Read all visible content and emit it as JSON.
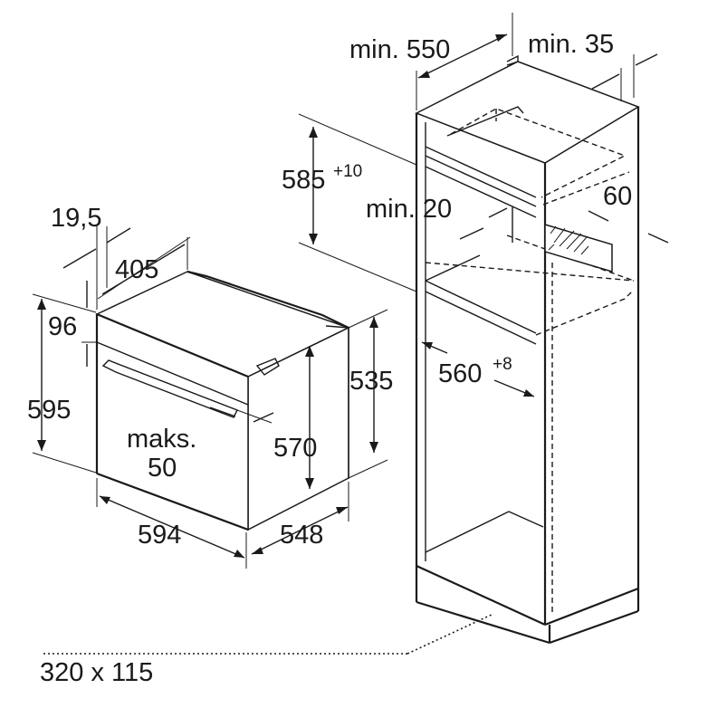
{
  "oven": {
    "depth_top": "405",
    "thickness": "19,5",
    "panel": "96",
    "height": "595",
    "handle_note_line1": "maks.",
    "handle_note_line2": "50",
    "width": "594",
    "depth": "548",
    "body_height": "570",
    "side_height": "535"
  },
  "cabinet": {
    "min_depth": "min. 550",
    "min_gap_back": "min. 35",
    "niche_height": "585",
    "niche_height_tol": "+10",
    "min_gap": "min. 20",
    "vent": "60",
    "niche_width": "560",
    "niche_width_tol": "+8",
    "vent_opening": "320 x 115"
  }
}
